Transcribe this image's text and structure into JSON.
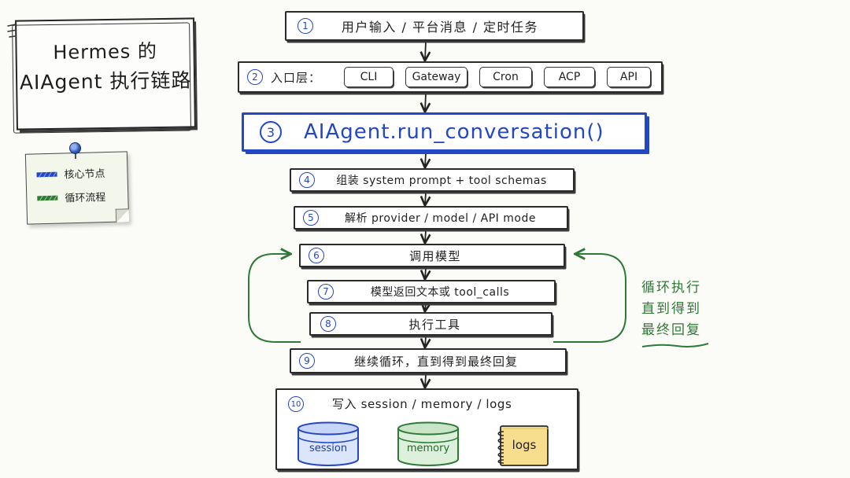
{
  "title": {
    "line1": "Hermes 的",
    "line2": "AIAgent 执行链路"
  },
  "legend": {
    "items": [
      {
        "label": "核心节点",
        "color": "#2447c4"
      },
      {
        "label": "循环流程",
        "color": "#2f7a36"
      }
    ]
  },
  "colors": {
    "core": "#2447c4",
    "loop": "#2f7a36",
    "ink": "#222222",
    "logs_fill": "#f7dd8e"
  },
  "steps": {
    "s1": {
      "num": "1",
      "text": "用户输入 / 平台消息 / 定时任务"
    },
    "s2": {
      "num": "2",
      "label": "入口层：",
      "entries": [
        "CLI",
        "Gateway",
        "Cron",
        "ACP",
        "API"
      ]
    },
    "s3": {
      "num": "3",
      "text": "AIAgent.run_conversation()"
    },
    "s4": {
      "num": "4",
      "text": "组装 system prompt + tool schemas"
    },
    "s5": {
      "num": "5",
      "text": "解析 provider / model / API mode"
    },
    "s6": {
      "num": "6",
      "text": "调用模型"
    },
    "s7": {
      "num": "7",
      "text": "模型返回文本或 tool_calls"
    },
    "s8": {
      "num": "8",
      "text": "执行工具"
    },
    "s9": {
      "num": "9",
      "text": "继续循环，直到得到最终回复"
    },
    "s10": {
      "num": "10",
      "text": "写入 session / memory / logs",
      "stores": [
        {
          "label": "session",
          "icon": "database-icon"
        },
        {
          "label": "memory",
          "icon": "database-icon"
        },
        {
          "label": "logs",
          "icon": "notebook-icon"
        }
      ]
    }
  },
  "loop_note": [
    "循环执行",
    "直到得到",
    "最终回复"
  ]
}
